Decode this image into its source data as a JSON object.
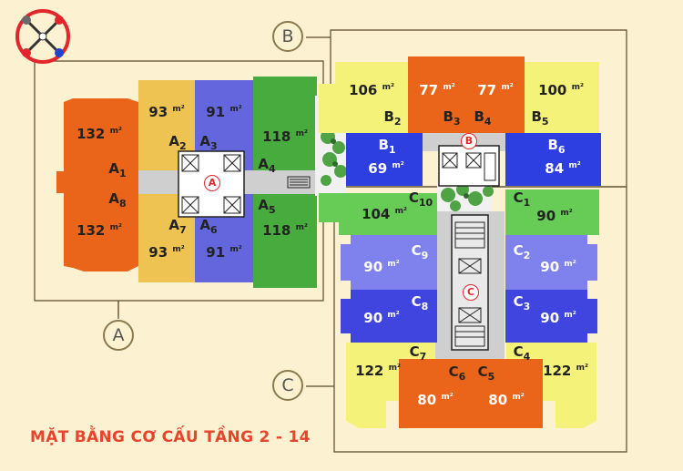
{
  "title": "MẶT BẰNG CƠ CẤU TẦNG 2 - 14",
  "area_unit": "m²",
  "zones": [
    {
      "id": "A",
      "label": "A"
    },
    {
      "id": "B",
      "label": "B"
    },
    {
      "id": "C",
      "label": "C"
    }
  ],
  "cores": [
    "A",
    "B",
    "C"
  ],
  "units": [
    {
      "id": "A1",
      "block": "A",
      "num": "1",
      "area": "132",
      "color": "#ea6519"
    },
    {
      "id": "A8",
      "block": "A",
      "num": "8",
      "area": "132",
      "color": "#ea6519"
    },
    {
      "id": "A2",
      "block": "A",
      "num": "2",
      "area": "93",
      "color": "#efc352"
    },
    {
      "id": "A7",
      "block": "A",
      "num": "7",
      "area": "93",
      "color": "#efc352"
    },
    {
      "id": "A3",
      "block": "A",
      "num": "3",
      "area": "91",
      "color": "#6366dc"
    },
    {
      "id": "A6",
      "block": "A",
      "num": "6",
      "area": "91",
      "color": "#6366dc"
    },
    {
      "id": "A4",
      "block": "A",
      "num": "4",
      "area": "118",
      "color": "#47ab3d"
    },
    {
      "id": "A5",
      "block": "A",
      "num": "5",
      "area": "118",
      "color": "#47ab3d"
    },
    {
      "id": "B2",
      "block": "B",
      "num": "2",
      "area": "106",
      "color": "#f5f27a"
    },
    {
      "id": "B3",
      "block": "B",
      "num": "3",
      "area": "77",
      "color": "#ea6519"
    },
    {
      "id": "B4",
      "block": "B",
      "num": "4",
      "area": "77",
      "color": "#ea6519"
    },
    {
      "id": "B5",
      "block": "B",
      "num": "5",
      "area": "100",
      "color": "#f5f27a"
    },
    {
      "id": "B1",
      "block": "B",
      "num": "1",
      "area": "69",
      "color": "#2d3fe0"
    },
    {
      "id": "B6",
      "block": "B",
      "num": "6",
      "area": "84",
      "color": "#2d3fe0"
    },
    {
      "id": "C10",
      "block": "C",
      "num": "10",
      "area": "104",
      "color": "#66cc55"
    },
    {
      "id": "C1",
      "block": "C",
      "num": "1",
      "area": "90",
      "color": "#66cc55"
    },
    {
      "id": "C9",
      "block": "C",
      "num": "9",
      "area": "90",
      "color": "#7f81ec"
    },
    {
      "id": "C2",
      "block": "C",
      "num": "2",
      "area": "90",
      "color": "#7f81ec"
    },
    {
      "id": "C8",
      "block": "C",
      "num": "8",
      "area": "90",
      "color": "#3f45de"
    },
    {
      "id": "C3",
      "block": "C",
      "num": "3",
      "area": "90",
      "color": "#3f45de"
    },
    {
      "id": "C7",
      "block": "C",
      "num": "7",
      "area": "122",
      "color": "#f5f27a"
    },
    {
      "id": "C4",
      "block": "C",
      "num": "4",
      "area": "122",
      "color": "#f5f27a"
    },
    {
      "id": "C6",
      "block": "C",
      "num": "6",
      "area": "80",
      "color": "#ea6519"
    },
    {
      "id": "C5",
      "block": "C",
      "num": "5",
      "area": "80",
      "color": "#ea6519"
    }
  ],
  "colors": {
    "background": "#fcf2d2",
    "corridor": "#cfcfcf",
    "title": "#e8432c",
    "core_marker": "#e3262b"
  }
}
